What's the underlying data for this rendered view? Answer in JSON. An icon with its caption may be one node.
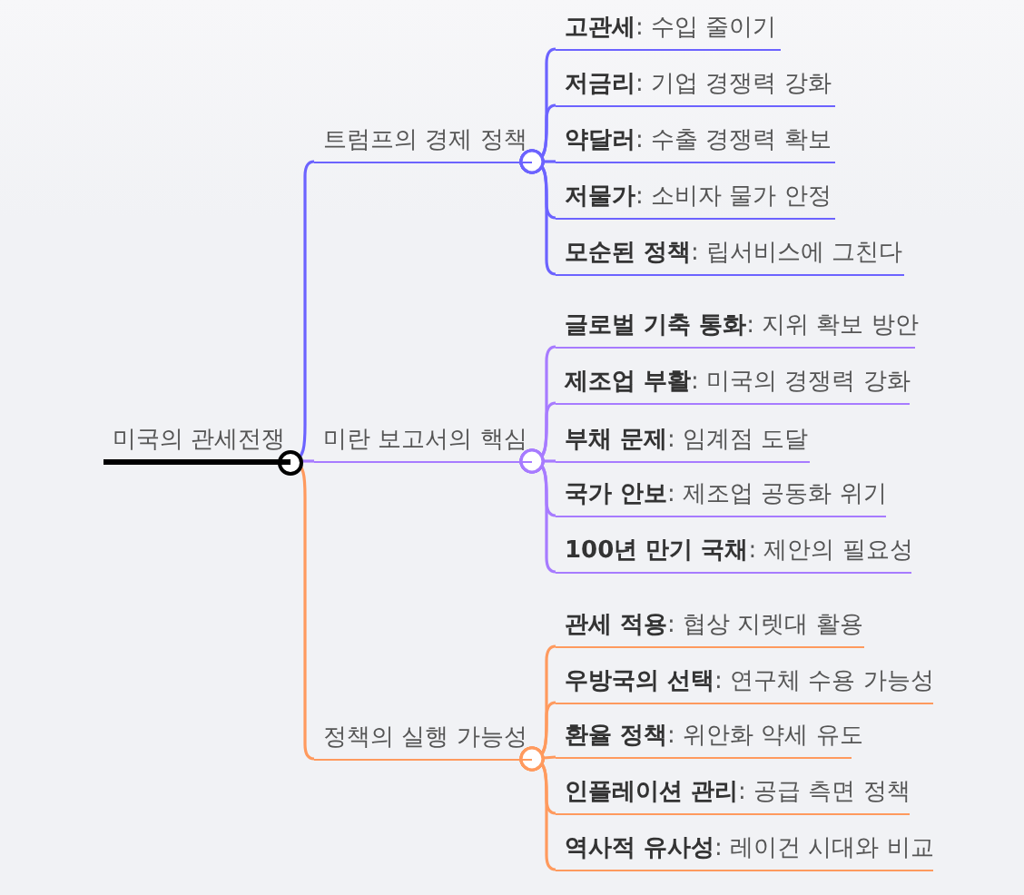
{
  "diagram": {
    "nodes": [
      {
        "text": [
          "미국의 관세전쟁"
        ]
      },
      {
        "text": [
          "트럼프의 경제 정책"
        ]
      },
      {
        "text": [
          "**고관세**: 수입 줄이기"
        ]
      },
      {
        "text": [
          "**저금리**: 기업 경쟁력 강화"
        ]
      },
      {
        "text": [
          "**약달러**: 수출 경쟁력 확보"
        ]
      },
      {
        "text": [
          "**저물가**: 소비자 물가 안정"
        ]
      },
      {
        "text": [
          "**모순된 정책**: 립서비스에 그친다"
        ]
      },
      {
        "text": [
          "미란 보고서의 핵심"
        ]
      },
      {
        "text": [
          "**글로벌 기축 통화**: 지위 확보 방안"
        ]
      },
      {
        "text": [
          "**제조업 부활**: 미국의 경쟁력 강화"
        ]
      },
      {
        "text": [
          "**부채 문제**: 임계점 도달"
        ]
      },
      {
        "text": [
          "**국가 안보**: 제조업 공동화 위기"
        ]
      },
      {
        "text": [
          "**100년 만기 국채**: 제안의 필요성"
        ]
      },
      {
        "text": [
          "정책의 실행 가능성"
        ]
      },
      {
        "text": [
          "**관세 적용**: 협상 지렛대 활용"
        ]
      },
      {
        "text": [
          "**우방국의 선택**: 연구체 수용 가능성"
        ]
      },
      {
        "text": [
          "**환율 정책**: 위안화 약세 유도"
        ]
      },
      {
        "text": [
          "**인플레이션 관리**: 공급 측면 정책"
        ]
      },
      {
        "text": [
          "**역사적 유사성**: 레이건 시대와 비교"
        ]
      }
    ],
    "edges": [
      {
        "from": 0,
        "to": 1,
        "arrow": "none",
        "color": "#6c63ff"
      },
      {
        "from": 1,
        "to": 2,
        "arrow": "other",
        "color": "#6c63ff"
      },
      {
        "from": 1,
        "to": 3,
        "arrow": "other",
        "color": "#6c63ff"
      },
      {
        "from": 1,
        "to": 4,
        "arrow": "other",
        "color": "#6c63ff"
      },
      {
        "from": 1,
        "to": 5,
        "arrow": "other",
        "color": "#6c63ff"
      },
      {
        "from": 1,
        "to": 6,
        "arrow": "other",
        "color": "#6c63ff"
      },
      {
        "from": 0,
        "to": 7,
        "arrow": "none",
        "color": "#a77bff"
      },
      {
        "from": 7,
        "to": 8,
        "arrow": "other",
        "color": "#a77bff"
      },
      {
        "from": 7,
        "to": 9,
        "arrow": "other",
        "color": "#a77bff"
      },
      {
        "from": 7,
        "to": 10,
        "arrow": "other",
        "color": "#a77bff"
      },
      {
        "from": 7,
        "to": 11,
        "arrow": "other",
        "color": "#a77bff"
      },
      {
        "from": 7,
        "to": 12,
        "arrow": "other",
        "color": "#a77bff"
      },
      {
        "from": 0,
        "to": 13,
        "arrow": "none",
        "color": "#ff9a5e"
      },
      {
        "from": 13,
        "to": 14,
        "arrow": "other",
        "color": "#ff9a5e"
      },
      {
        "from": 13,
        "to": 15,
        "arrow": "other",
        "color": "#ff9a5e"
      },
      {
        "from": 13,
        "to": 16,
        "arrow": "other",
        "color": "#ff9a5e"
      },
      {
        "from": 13,
        "to": 17,
        "arrow": "other",
        "color": "#ff9a5e"
      },
      {
        "from": 13,
        "to": 18,
        "arrow": "other",
        "color": "#ff9a5e"
      }
    ]
  }
}
